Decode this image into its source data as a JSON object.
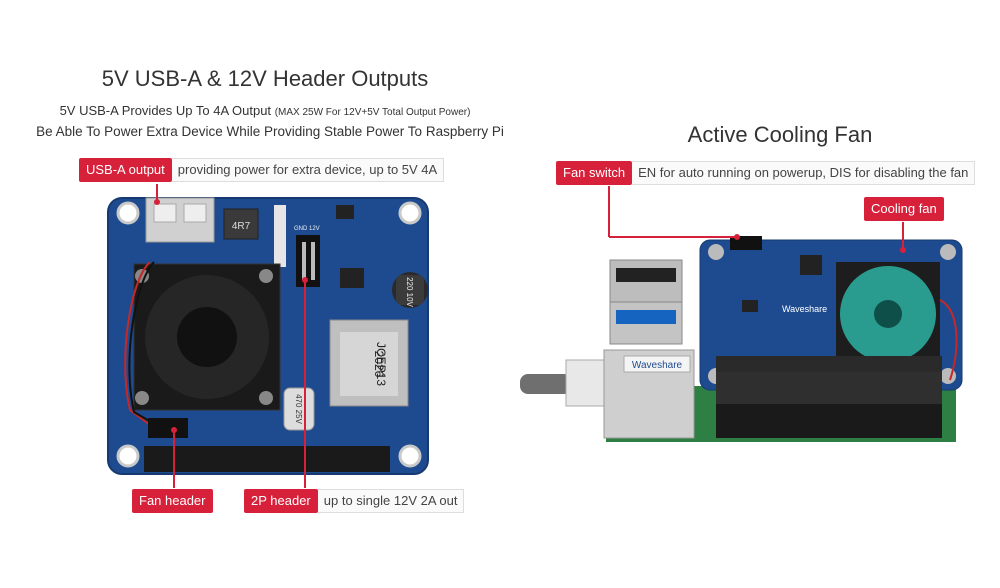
{
  "left_heading": "5V USB-A & 12V Header Outputs",
  "left_subtitle_main": "5V USB-A Provides Up To 4A Output",
  "left_subtitle_small": "(MAX 25W For 12V+5V Total Output Power)",
  "left_subtitle_line2": "Be Able To Power Extra Device While Providing Stable Power To Raspberry Pi",
  "right_heading": "Active Cooling Fan",
  "callouts": {
    "usb_a": {
      "tag": "USB-A output",
      "desc": "providing power for extra device, up to 5V 4A"
    },
    "fan_switch": {
      "tag": "Fan switch",
      "desc": "EN for auto running on powerup, DIS for disabling the fan"
    },
    "cooling_fan": {
      "tag": "Cooling fan"
    },
    "fan_header": {
      "tag": "Fan header"
    },
    "header_2p": {
      "tag": "2P header",
      "desc": "up to single 12V 2A out"
    }
  },
  "board_labels": {
    "inductor": "4R7",
    "gnd_12v": "GND 12V",
    "cap_small": "220 10V",
    "cap_big": "470 25V",
    "transformer_code": "2026",
    "transformer_model": "JCEP13",
    "brand": "Waveshare",
    "rj45_brand": "Waveshare"
  },
  "colors": {
    "accent": "#d7203a",
    "pcb_blue": "#1e4b8f",
    "pcb_green": "#2d7f43"
  }
}
